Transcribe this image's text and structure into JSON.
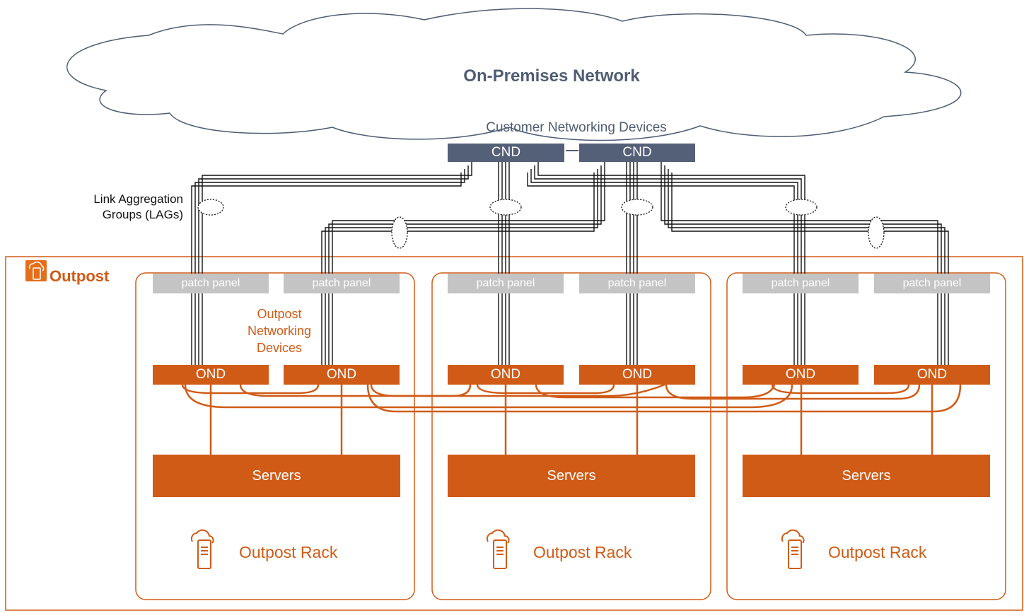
{
  "network": {
    "title": "On-Premises Network",
    "cnd_caption": "Customer Networking Devices",
    "cnd_left": "CND",
    "cnd_right": "CND"
  },
  "lag_label": "Link Aggregation Groups (LAGs)",
  "outpost": {
    "title": "Outpost",
    "ond_caption": "Outpost Networking Devices",
    "racks": [
      {
        "patch_panels": [
          "patch panel",
          "patch panel"
        ],
        "onds": [
          "OND",
          "OND"
        ],
        "servers": "Servers",
        "title": "Outpost Rack"
      },
      {
        "patch_panels": [
          "patch panel",
          "patch panel"
        ],
        "onds": [
          "OND",
          "OND"
        ],
        "servers": "Servers",
        "title": "Outpost Rack"
      },
      {
        "patch_panels": [
          "patch panel",
          "patch panel"
        ],
        "onds": [
          "OND",
          "OND"
        ],
        "servers": "Servers",
        "title": "Outpost Rack"
      }
    ]
  },
  "icons": {
    "outpost": "aws-outposts-icon",
    "rack": "outpost-rack-icon"
  },
  "colors": {
    "accent_orange": "#d05b16",
    "cnd_slate": "#545f78",
    "patch_panel_gray": "#c4c4c4",
    "cloud_text": "#4f5d73"
  }
}
